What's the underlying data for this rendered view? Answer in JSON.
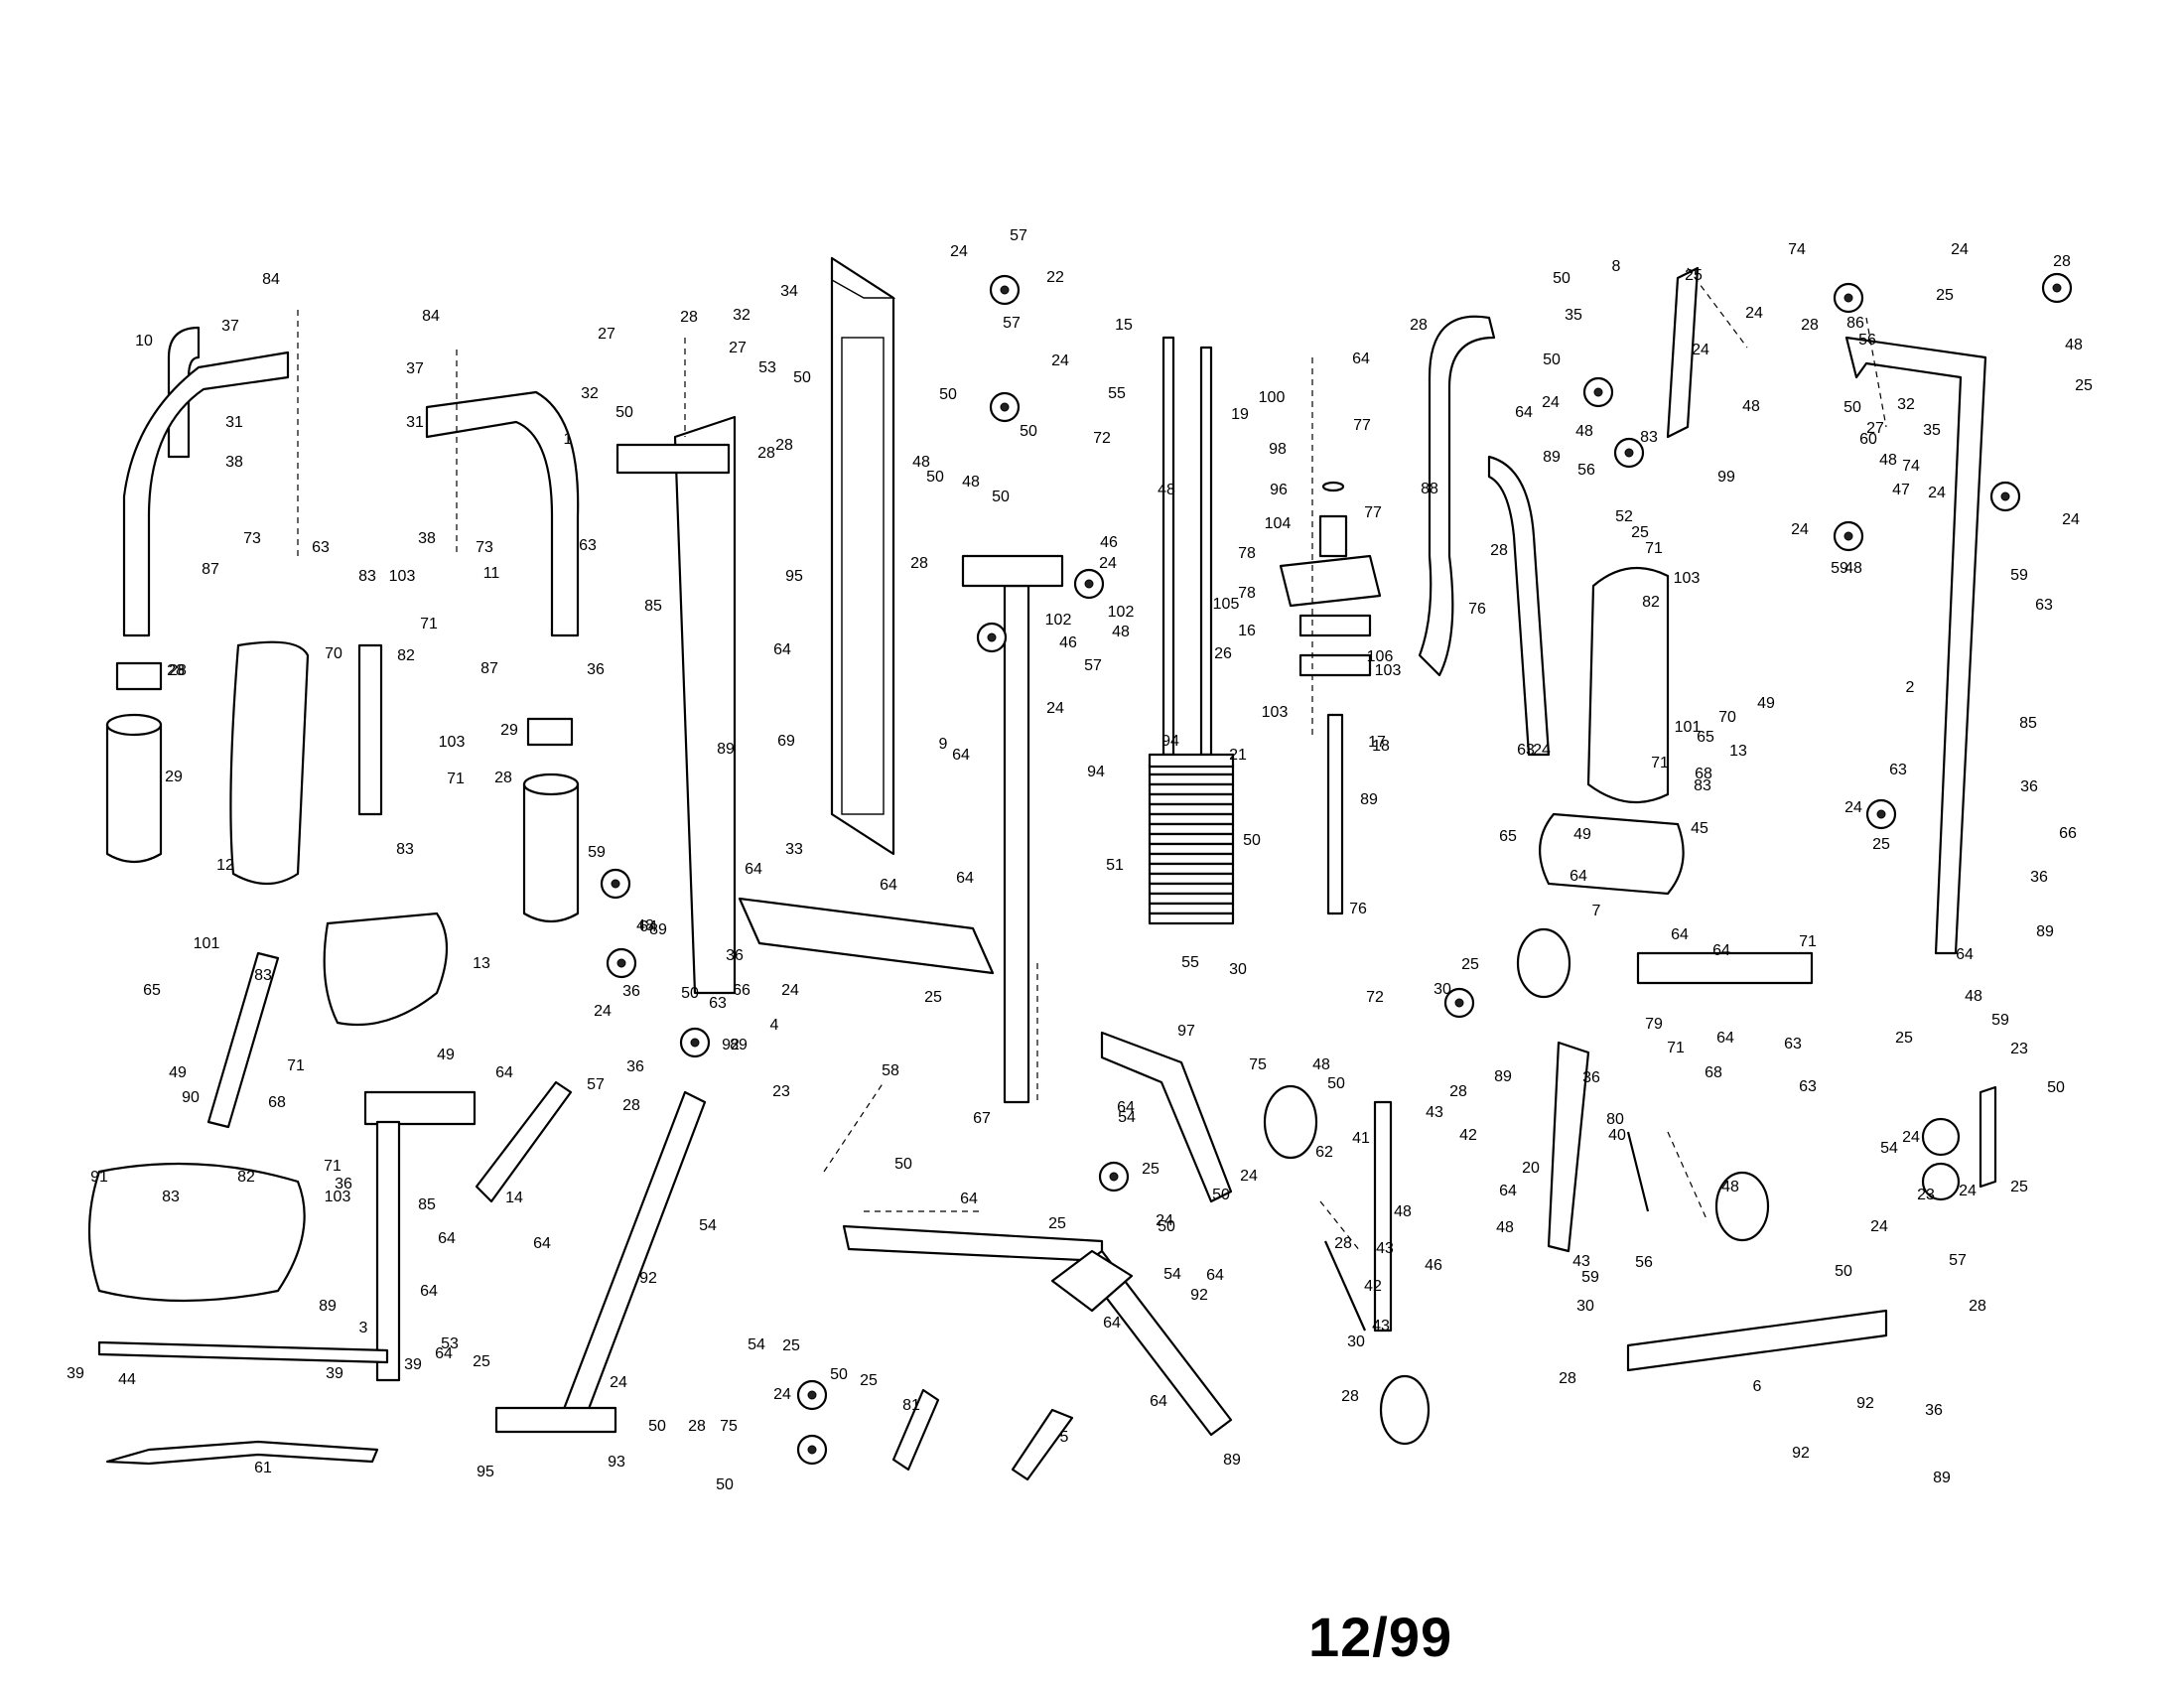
{
  "sheet_date": "12/99",
  "callout_numbers": [
    "10",
    "84",
    "37",
    "31",
    "38",
    "73",
    "63",
    "87",
    "28",
    "29",
    "12",
    "28",
    "84",
    "37",
    "31",
    "38",
    "73",
    "63",
    "11",
    "87",
    "28",
    "29",
    "83",
    "103",
    "71",
    "70",
    "82",
    "103",
    "71",
    "83",
    "13",
    "101",
    "65",
    "83",
    "49",
    "71",
    "68",
    "90",
    "83",
    "82",
    "71",
    "103",
    "91",
    "36",
    "89",
    "3",
    "64",
    "64",
    "39",
    "44",
    "39",
    "39",
    "61",
    "49",
    "85",
    "64",
    "14",
    "64",
    "64",
    "53",
    "27",
    "32",
    "50",
    "28",
    "32",
    "27",
    "53",
    "50",
    "28",
    "28",
    "1",
    "85",
    "36",
    "89",
    "59",
    "48",
    "64",
    "89",
    "36",
    "24",
    "50",
    "89",
    "36",
    "57",
    "28",
    "92",
    "4",
    "54",
    "92",
    "25",
    "24",
    "50",
    "28",
    "75",
    "95",
    "93",
    "34",
    "95",
    "64",
    "33",
    "64",
    "64",
    "64",
    "25",
    "24",
    "63",
    "66",
    "36",
    "69",
    "23",
    "25",
    "54",
    "25",
    "24",
    "50",
    "50",
    "24",
    "57",
    "22",
    "57",
    "50",
    "24",
    "50",
    "48",
    "50",
    "48",
    "50",
    "28",
    "72",
    "48",
    "46",
    "24",
    "102",
    "102",
    "48",
    "46",
    "57",
    "24",
    "9",
    "64",
    "67",
    "58",
    "81",
    "5",
    "64",
    "50",
    "25",
    "24",
    "54",
    "64",
    "92",
    "64",
    "64",
    "89",
    "97",
    "54",
    "24",
    "64",
    "25",
    "50",
    "50",
    "15",
    "55",
    "19",
    "94",
    "94",
    "21",
    "50",
    "51",
    "55",
    "30",
    "75",
    "48",
    "50",
    "41",
    "62",
    "48",
    "46",
    "28",
    "43",
    "42",
    "43",
    "30",
    "28",
    "72",
    "100",
    "98",
    "96",
    "104",
    "78",
    "78",
    "105",
    "16",
    "106",
    "26",
    "103",
    "103",
    "17",
    "18",
    "89",
    "76",
    "64",
    "77",
    "64",
    "28",
    "89",
    "77",
    "88",
    "28",
    "76",
    "63",
    "24",
    "25",
    "30",
    "28",
    "89",
    "36",
    "43",
    "42",
    "80",
    "40",
    "20",
    "64",
    "48",
    "59",
    "43",
    "30",
    "56",
    "48",
    "50",
    "35",
    "8",
    "25",
    "24",
    "50",
    "24",
    "48",
    "56",
    "52",
    "25",
    "99",
    "83",
    "71",
    "103",
    "82",
    "49",
    "70",
    "101",
    "65",
    "68",
    "71",
    "83",
    "13",
    "45",
    "65",
    "49",
    "64",
    "7",
    "64",
    "64",
    "71",
    "79",
    "71",
    "68",
    "64",
    "63",
    "63",
    "74",
    "24",
    "24",
    "28",
    "86",
    "56",
    "48",
    "50",
    "27",
    "32",
    "35",
    "48",
    "60",
    "74",
    "47",
    "24",
    "24",
    "48",
    "59",
    "59",
    "63",
    "25",
    "28",
    "48",
    "25",
    "24",
    "2",
    "85",
    "63",
    "24",
    "25",
    "36",
    "66",
    "36",
    "89",
    "64",
    "48",
    "59",
    "25",
    "23",
    "24",
    "50",
    "54",
    "23",
    "24",
    "25",
    "24",
    "57",
    "50",
    "28",
    "28",
    "6",
    "92",
    "92",
    "36",
    "89"
  ]
}
